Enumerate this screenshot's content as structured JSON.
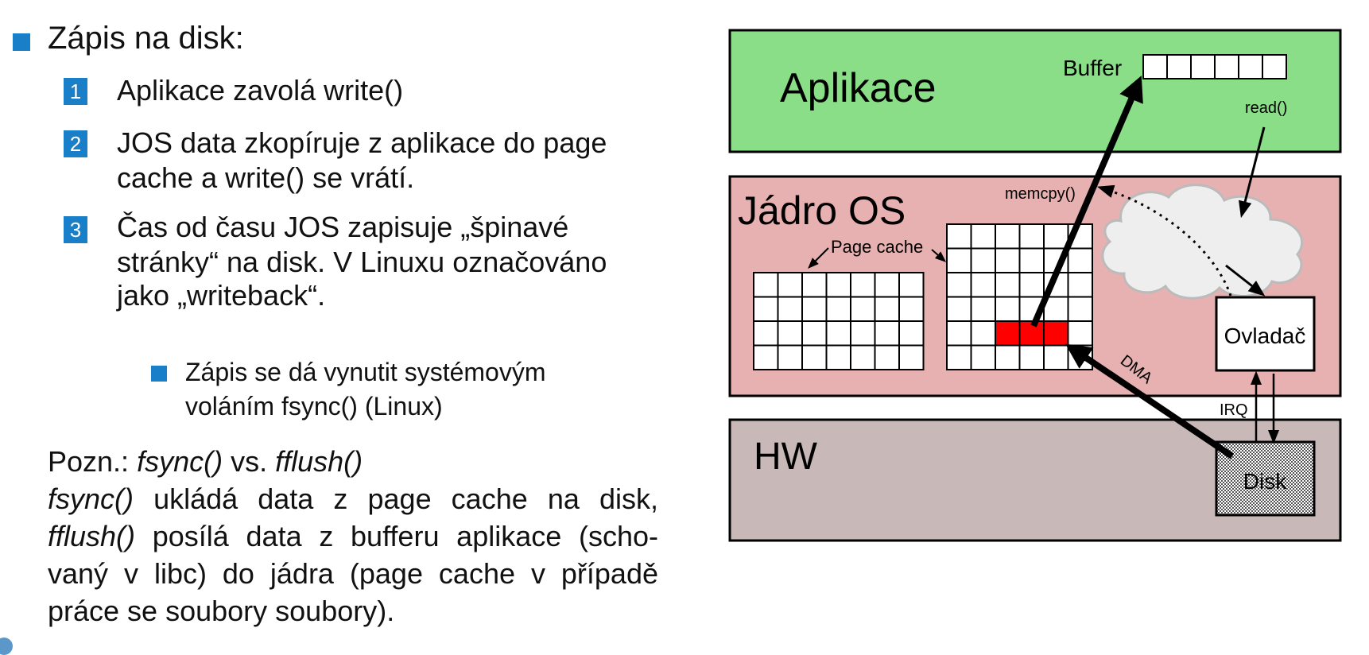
{
  "slide": {
    "heading": "Zápis na disk:",
    "steps": [
      {
        "number": "1",
        "lines": [
          "Aplikace zavolá write()"
        ]
      },
      {
        "number": "2",
        "lines": [
          "JOS data zkopíruje z aplikace do page",
          "cache a write() se vrátí."
        ]
      },
      {
        "number": "3",
        "lines": [
          "Čas od času JOS zapisuje „špinavé",
          "stránky“ na disk. V Linuxu označováno",
          "jako „writeback“."
        ]
      }
    ],
    "sub_bullet_lines": [
      "Zápis se dá vynutit systémovým",
      "voláním fsync() (Linux)"
    ],
    "note": {
      "line1_prefix": "Pozn.: ",
      "line1_fsync": "fsync()",
      "line1_vs": " vs. ",
      "line1_fflush": "fflush()",
      "line2_fn": "fsync()",
      "line2_rest": " ukládá data z page cache na disk,",
      "line3_fn": "fflush()",
      "line3_rest": " posílá data z bufferu aplikace (scho-",
      "line4": "vaný v libc) do jádra (page cache v případě",
      "line5": "práce se soubory soubory)."
    }
  },
  "diagram": {
    "app_layer_label": "Aplikace",
    "kernel_layer_label": "Jádro OS",
    "hw_layer_label": "HW",
    "buffer_label": "Buffer",
    "read_label": "read()",
    "memcpy_label": "memcpy()",
    "page_cache_label": "Page cache",
    "driver_label": "Ovladač",
    "dma_label": "DMA",
    "irq_label": "IRQ",
    "disk_label": "Disk",
    "colors": {
      "app": "#8ade87",
      "kernel": "#e8b1b1",
      "hw": "#c8b8b8",
      "dirty_page": "#ff0000",
      "accent": "#1a7fc9"
    }
  }
}
